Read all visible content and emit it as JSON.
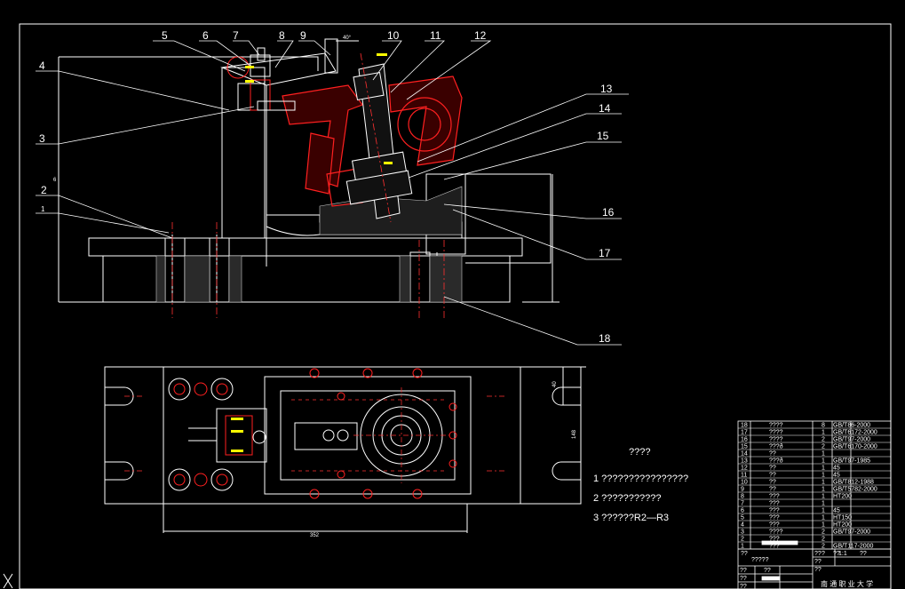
{
  "balloons": [
    "1",
    "2",
    "3",
    "4",
    "5",
    "6",
    "7",
    "8",
    "9",
    "10",
    "11",
    "12",
    "13",
    "14",
    "15",
    "16",
    "17",
    "18"
  ],
  "notes": {
    "title": "????",
    "lines": [
      "1 ????????????????",
      "2 ???????????",
      "3 ??????R2—R3"
    ]
  },
  "dimensions": {
    "bottom_width": "352",
    "right_height": "148",
    "right_small": "40",
    "left_small": "6",
    "top_angle": "40°"
  },
  "bom": {
    "rows": [
      {
        "no": "18",
        "name": "????",
        "qty": "8",
        "std": "GB/T86-2000"
      },
      {
        "no": "17",
        "name": "????",
        "qty": "1",
        "std": "GB/T6172-2000"
      },
      {
        "no": "16",
        "name": "????",
        "qty": "2",
        "std": "GB/T97-2000"
      },
      {
        "no": "15",
        "name": "???ð",
        "qty": "2",
        "std": "GB/T6170-2000"
      },
      {
        "no": "14",
        "name": "??",
        "qty": "1",
        "std": ""
      },
      {
        "no": "13",
        "name": "???ð",
        "qty": "1",
        "std": "GB/T97-1985"
      },
      {
        "no": "12",
        "name": "??",
        "qty": "1",
        "std": "45"
      },
      {
        "no": "11",
        "name": "??",
        "qty": "1",
        "std": "45"
      },
      {
        "no": "10",
        "name": "??",
        "qty": "1",
        "std": "GB/T812-1988"
      },
      {
        "no": "9",
        "name": "??",
        "qty": "1",
        "std": "GB/T5782-2000"
      },
      {
        "no": "8",
        "name": "???",
        "qty": "1",
        "std": "HT200"
      },
      {
        "no": "7",
        "name": "???",
        "qty": "1",
        "std": ""
      },
      {
        "no": "6",
        "name": "???",
        "qty": "1",
        "std": "45"
      },
      {
        "no": "5",
        "name": "???",
        "qty": "1",
        "std": "HT150"
      },
      {
        "no": "4",
        "name": "???",
        "qty": "1",
        "std": "HT200"
      },
      {
        "no": "3",
        "name": "????",
        "qty": "2",
        "std": "GB/T97-2000"
      },
      {
        "no": "2",
        "name": "???",
        "qty": "2",
        "std": ""
      },
      {
        "no": "1",
        "name": "???",
        "qty": "2",
        "std": "GB/T117-2000"
      }
    ],
    "header": {
      "no": "??",
      "name": "?",
      "qty": "??",
      "mat": "??"
    },
    "drawing_title": "?????",
    "scale_label": "??",
    "scale_value": "1:1",
    "weight_label": "??",
    "sheet_label": "??",
    "design_label": "??",
    "design_value": "??",
    "check_label": "??",
    "approve_label": "??",
    "school": "南 通 职 业 大 学"
  },
  "colors": {
    "line": "#ffffff",
    "hatch_part": "#ff2020",
    "center": "#ff3030",
    "yellow": "#ffff00",
    "frame": "#ffffff"
  }
}
